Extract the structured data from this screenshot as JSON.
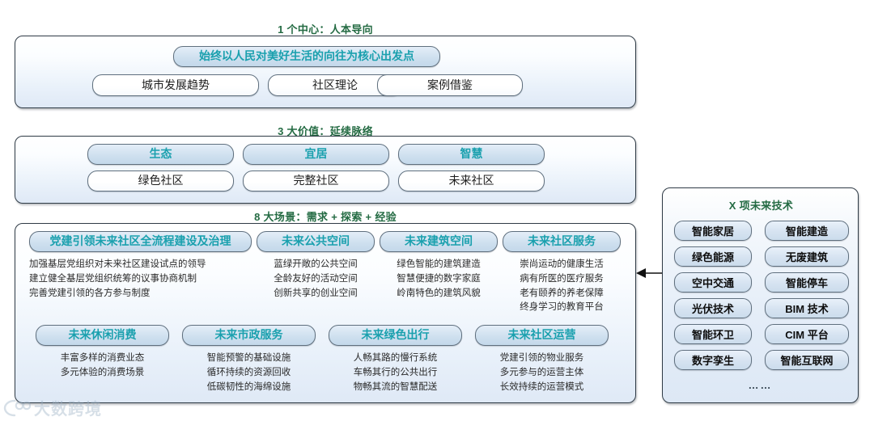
{
  "colors": {
    "section_title": "#246b43",
    "pill_accent_text": "#1aa0ae",
    "panel_border": "#2f3b46",
    "body_text": "#2a2a2a"
  },
  "center": {
    "title": "1 个中心：人本导向",
    "slogan": "始终以人民对美好生活的向往为核心出发点",
    "items": [
      {
        "label": "城市发展趋势"
      },
      {
        "label": "社区理论"
      },
      {
        "label": "案例借鉴"
      }
    ]
  },
  "values": {
    "title": "3 大价值：延续脉络",
    "columns": [
      {
        "head": "生态",
        "sub": "绿色社区"
      },
      {
        "head": "宜居",
        "sub": "完整社区"
      },
      {
        "head": "智慧",
        "sub": "未来社区"
      }
    ]
  },
  "scenes": {
    "title": "8 大场景：需求 + 探索 + 经验",
    "row1": [
      {
        "head": "党建引领未来社区全流程建设及治理",
        "details": "加强基层党组织对未来社区建设试点的领导\n建立健全基层党组织统筹的议事协商机制\n完善党建引领的各方参与制度"
      },
      {
        "head": "未来公共空间",
        "details": "蓝绿开敞的公共空间\n全龄友好的活动空间\n创新共享的创业空间"
      },
      {
        "head": "未来建筑空间",
        "details": "绿色智能的建筑建造\n智慧便捷的数字家庭\n岭南特色的建筑风貌"
      },
      {
        "head": "未来社区服务",
        "details": "崇尚运动的健康生活\n病有所医的医疗服务\n老有颐养的养老保障\n终身学习的教育平台"
      }
    ],
    "row2": [
      {
        "head": "未来休闲消费",
        "details": "丰富多样的消费业态\n多元体验的消费场景"
      },
      {
        "head": "未来市政服务",
        "details": "智能预警的基础设施\n循环持续的资源回收\n低碳韧性的海绵设施"
      },
      {
        "head": "未来绿色出行",
        "details": "人畅其路的慢行系统\n车畅其行的公共出行\n物畅其流的智慧配送"
      },
      {
        "head": "未来社区运营",
        "details": "党建引领的物业服务\n多元参与的运营主体\n长效持续的运营模式"
      }
    ]
  },
  "tech": {
    "title": "X 项未来技术",
    "items_left": [
      {
        "label": "智能家居"
      },
      {
        "label": "绿色能源"
      },
      {
        "label": "空中交通"
      },
      {
        "label": "光伏技术"
      },
      {
        "label": "智能环卫"
      },
      {
        "label": "数字孪生"
      }
    ],
    "items_right": [
      {
        "label": "智能建造"
      },
      {
        "label": "无废建筑"
      },
      {
        "label": "智能停车"
      },
      {
        "label": "BIM 技术"
      },
      {
        "label": "CIM 平台"
      },
      {
        "label": "智能互联网"
      }
    ],
    "more": "……"
  },
  "watermark": {
    "text": "大数跨境"
  }
}
